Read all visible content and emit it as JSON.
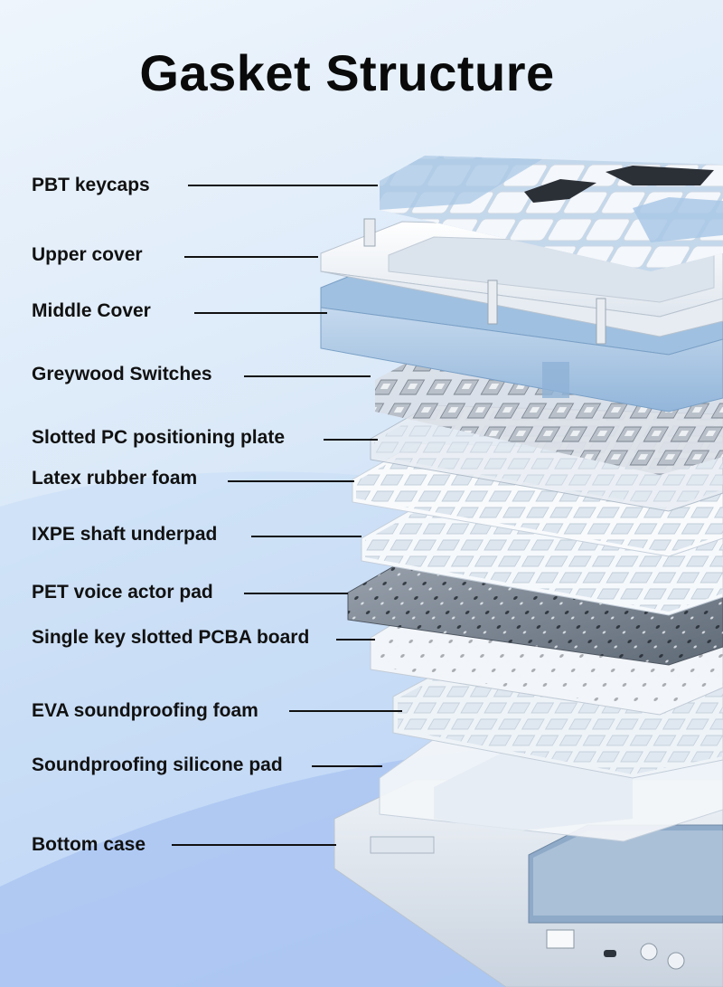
{
  "title": "Gasket Structure",
  "layers": [
    {
      "label": "PBT keycaps"
    },
    {
      "label": "Upper cover"
    },
    {
      "label": "Middle Cover"
    },
    {
      "label": "Greywood  Switches"
    },
    {
      "label": "Slotted PC positioning plate"
    },
    {
      "label": "Latex rubber foam"
    },
    {
      "label": "IXPE shaft underpad"
    },
    {
      "label": "PET voice actor pad"
    },
    {
      "label": "Single key slotted PCBA board"
    },
    {
      "label": "EVA soundproofing foam"
    },
    {
      "label": "Soundproofing silicone pad"
    },
    {
      "label": "Bottom case"
    }
  ],
  "colors": {
    "background": "#d9e8f8",
    "keycap_blue": "#a9c8e6",
    "keycap_white": "#f4f7fb",
    "keycap_dark": "#2b2f36",
    "middle_cover": "#b5d0ea",
    "pcb": "#7c8796",
    "text": "#111111"
  }
}
